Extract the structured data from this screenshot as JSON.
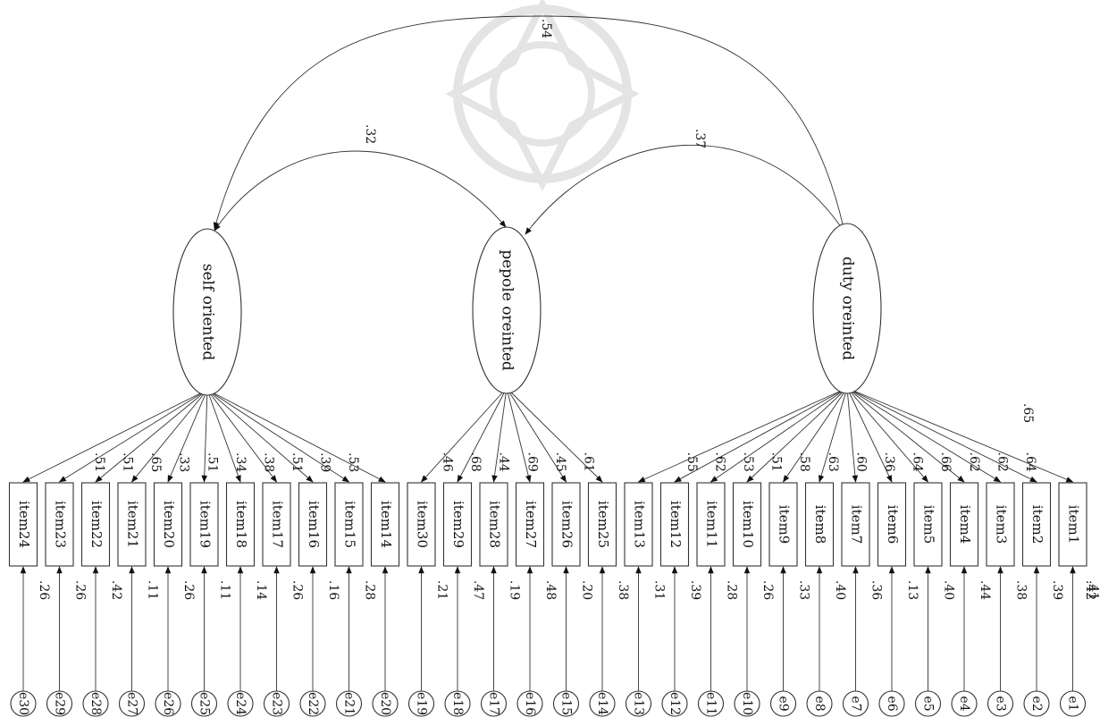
{
  "factors": [
    {
      "id": "f_self",
      "label": "self oriented"
    },
    {
      "id": "f_people",
      "label": "pepole oreinted"
    },
    {
      "id": "f_duty",
      "label": "duty oreinted"
    }
  ],
  "correlations": [
    {
      "from": "f_self",
      "to": "f_duty",
      "value": ".54"
    },
    {
      "from": "f_self",
      "to": "f_people",
      "value": ".32"
    },
    {
      "from": "f_duty",
      "to": "f_people",
      "value": ".37"
    }
  ],
  "indicators": [
    {
      "item": "item24",
      "factor": "f_self",
      "loading": "",
      "r2": ".26",
      "error": "e30"
    },
    {
      "item": "item23",
      "factor": "f_self",
      "loading": ".51",
      "r2": ".26",
      "error": "e29"
    },
    {
      "item": "item22",
      "factor": "f_self",
      "loading": ".51",
      "r2": ".42",
      "error": "e28"
    },
    {
      "item": "item21",
      "factor": "f_self",
      "loading": ".65",
      "r2": ".11",
      "error": "e27"
    },
    {
      "item": "item20",
      "factor": "f_self",
      "loading": ".33",
      "r2": ".26",
      "error": "e26"
    },
    {
      "item": "item19",
      "factor": "f_self",
      "loading": ".51",
      "r2": ".11",
      "error": "e25"
    },
    {
      "item": "item18",
      "factor": "f_self",
      "loading": ".34",
      "r2": ".14",
      "error": "e24"
    },
    {
      "item": "item17",
      "factor": "f_self",
      "loading": ".38",
      "r2": ".26",
      "error": "e23"
    },
    {
      "item": "item16",
      "factor": "f_self",
      "loading": ".51",
      "r2": ".16",
      "error": "e22"
    },
    {
      "item": "item15",
      "factor": "f_self",
      "loading": ".39",
      "r2": ".28",
      "error": "e21"
    },
    {
      "item": "item14",
      "factor": "f_self",
      "loading": ".53",
      "r2": "",
      "error": "e20"
    },
    {
      "item": "item30",
      "factor": "f_people",
      "loading": ".46",
      "r2": ".21",
      "error": "e19"
    },
    {
      "item": "item29",
      "factor": "f_people",
      "loading": ".68",
      "r2": ".47",
      "error": "e18"
    },
    {
      "item": "item28",
      "factor": "f_people",
      "loading": ".44",
      "r2": ".19",
      "error": "e17"
    },
    {
      "item": "item27",
      "factor": "f_people",
      "loading": ".69",
      "r2": ".48",
      "error": "e16"
    },
    {
      "item": "item26",
      "factor": "f_people",
      "loading": ".45",
      "r2": ".20",
      "error": "e15"
    },
    {
      "item": "item25",
      "factor": "f_people",
      "loading": ".61",
      "r2": ".38",
      "error": "e14"
    },
    {
      "item": "item13",
      "factor": "f_duty",
      "loading": ".55",
      "r2": ".31",
      "error": "e13"
    },
    {
      "item": "item12",
      "factor": "f_duty",
      "loading": ".62",
      "r2": ".39",
      "error": "e12"
    },
    {
      "item": "item11",
      "factor": "f_duty",
      "loading": ".53",
      "r2": ".28",
      "error": "e11"
    },
    {
      "item": "item10",
      "factor": "f_duty",
      "loading": ".51",
      "r2": ".26",
      "error": "e10"
    },
    {
      "item": "item9",
      "factor": "f_duty",
      "loading": ".58",
      "r2": ".33",
      "error": "e9"
    },
    {
      "item": "item8",
      "factor": "f_duty",
      "loading": ".63",
      "r2": ".40",
      "error": "e8"
    },
    {
      "item": "item7",
      "factor": "f_duty",
      "loading": ".60",
      "r2": ".36",
      "error": "e7"
    },
    {
      "item": "item6",
      "factor": "f_duty",
      "loading": ".36",
      "r2": ".13",
      "error": "e6"
    },
    {
      "item": "item5",
      "factor": "f_duty",
      "loading": ".64",
      "r2": ".40",
      "error": "e5"
    },
    {
      "item": "item4",
      "factor": "f_duty",
      "loading": ".66",
      "r2": ".44",
      "error": "e4"
    },
    {
      "item": "item3",
      "factor": "f_duty",
      "loading": ".62",
      "r2": ".38",
      "error": "e3"
    },
    {
      "item": "item2",
      "factor": "f_duty",
      "loading": ".62",
      "r2": ".39",
      "error": "e2"
    },
    {
      "item": "item1",
      "factor": "f_duty",
      "loading": ".64",
      "r2": ".41",
      "error": "e1"
    }
  ],
  "extra_labels": [
    ".65",
    ".42"
  ]
}
